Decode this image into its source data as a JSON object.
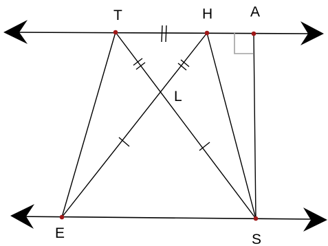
{
  "diagram": {
    "points": [
      {
        "id": "T",
        "label": "T"
      },
      {
        "id": "H",
        "label": "H"
      },
      {
        "id": "A",
        "label": "A"
      },
      {
        "id": "L",
        "label": "L"
      },
      {
        "id": "E",
        "label": "E"
      },
      {
        "id": "S",
        "label": "S"
      }
    ],
    "colors": {
      "line": "#000000",
      "point": "#a01818",
      "right_angle": "#a0a0a0"
    }
  }
}
